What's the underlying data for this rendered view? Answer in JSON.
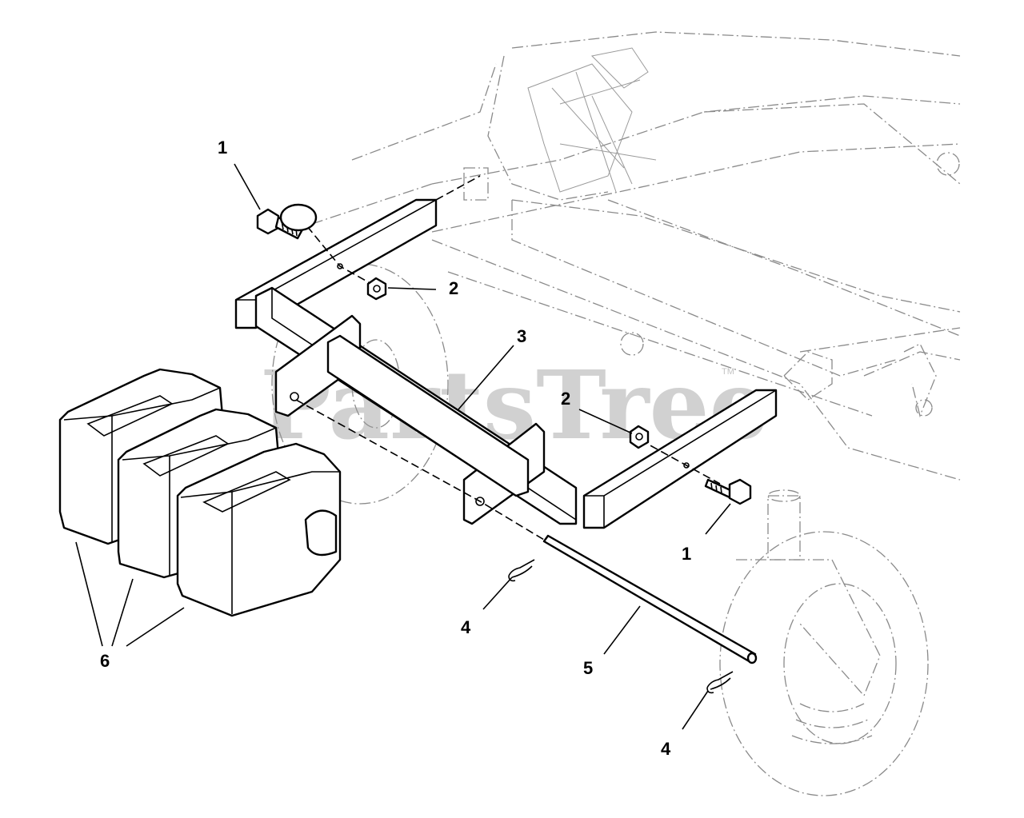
{
  "watermark": {
    "text": "PartsTree",
    "trademark": "TM"
  },
  "callouts": [
    {
      "label": "1"
    },
    {
      "label": "1"
    },
    {
      "label": "2"
    },
    {
      "label": "2"
    },
    {
      "label": "3"
    },
    {
      "label": "4"
    },
    {
      "label": "4"
    },
    {
      "label": "5"
    },
    {
      "label": "6"
    }
  ]
}
